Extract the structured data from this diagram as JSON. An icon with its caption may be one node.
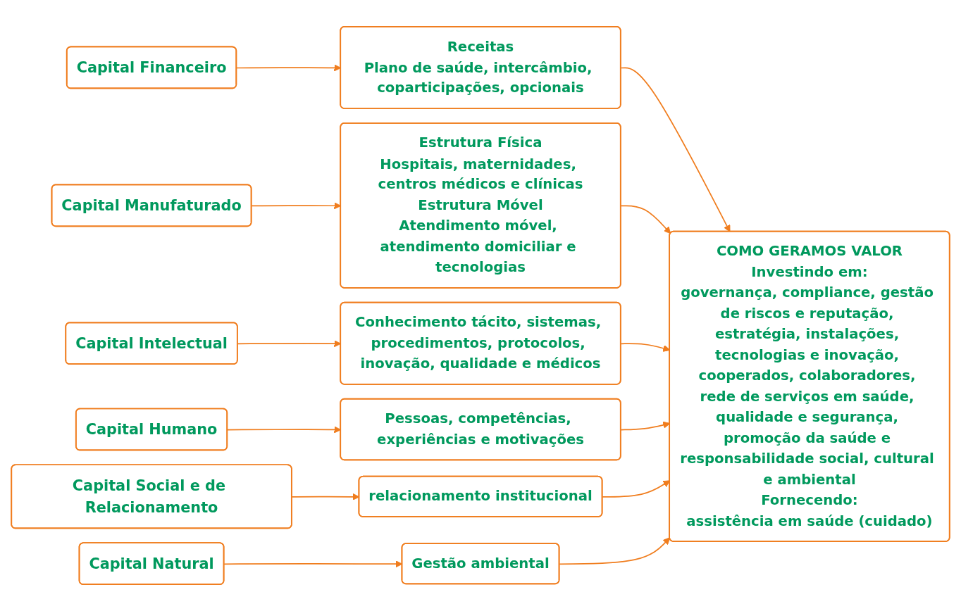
{
  "diagram": {
    "nodes": [
      {
        "text": [
          "Capital Financeiro"
        ]
      },
      {
        "text": [
          "Receitas",
          "Plano de saúde, intercâmbio, coparticipações, opcionais"
        ]
      },
      {
        "text": [
          "Capital Manufaturado"
        ]
      },
      {
        "text": [
          "Estrutura Física",
          "Hospitais, maternidades, centros médicos e clínicas",
          "Estrutura Móvel",
          "Atendimento móvel, atendimento domiciliar e tecnologias"
        ]
      },
      {
        "text": [
          "Capital Intelectual"
        ]
      },
      {
        "text": [
          "Conhecimento tácito, sistemas, procedimentos, protocolos, inovação, qualidade e médicos"
        ]
      },
      {
        "text": [
          "Capital Humano"
        ]
      },
      {
        "text": [
          "Pessoas, competências, experiências e motivações"
        ]
      },
      {
        "text": [
          "Capital Social e de Relacionamento"
        ]
      },
      {
        "text": [
          "relacionamento institucional"
        ]
      },
      {
        "text": [
          "Capital Natural"
        ]
      },
      {
        "text": [
          "Gestão ambiental"
        ]
      },
      {
        "text": [
          "COMO GERAMOS VALOR",
          "Investindo em:",
          "governança, compliance, gestão de riscos e reputação, estratégia, instalações, tecnologias e inovação, cooperados, colaboradores, rede de serviços em saúde, qualidade e segurança, promoção da saúde e responsabilidade social, cultural e ambiental",
          "Fornecendo:",
          "assistência em saúde (cuidado)"
        ]
      }
    ],
    "edges": [
      {
        "from": 0,
        "to": 1,
        "arrow": "to"
      },
      {
        "from": 1,
        "to": 12,
        "arrow": "to"
      },
      {
        "from": 2,
        "to": 3,
        "arrow": "to"
      },
      {
        "from": 3,
        "to": 12,
        "arrow": "to"
      },
      {
        "from": 4,
        "to": 5,
        "arrow": "to"
      },
      {
        "from": 5,
        "to": 12,
        "arrow": "to"
      },
      {
        "from": 6,
        "to": 7,
        "arrow": "to"
      },
      {
        "from": 7,
        "to": 12,
        "arrow": "to"
      },
      {
        "from": 8,
        "to": 9,
        "arrow": "to"
      },
      {
        "from": 9,
        "to": 12,
        "arrow": "to"
      },
      {
        "from": 10,
        "to": 11,
        "arrow": "to"
      },
      {
        "from": 11,
        "to": 12,
        "arrow": "to"
      }
    ]
  }
}
